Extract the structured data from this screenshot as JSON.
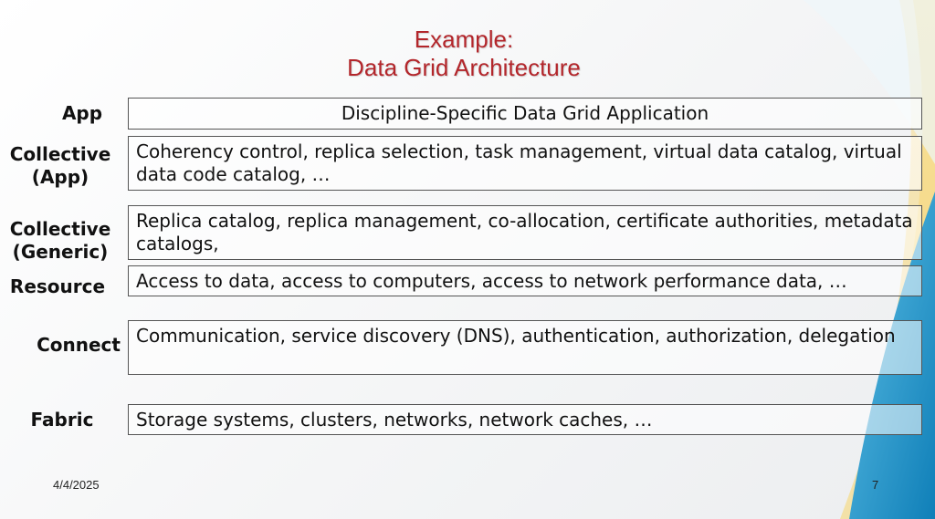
{
  "slide": {
    "title_line1": "Example:",
    "title_line2": "Data Grid Architecture",
    "date": "4/4/2025",
    "page_number": "7"
  },
  "layers": [
    {
      "label": "App",
      "description": "Discipline-Specific Data Grid Application"
    },
    {
      "label": "Collective\n(App)",
      "description": "Coherency control, replica selection, task management, virtual data catalog, virtual data code catalog, …"
    },
    {
      "label": "Collective\n(Generic)",
      "description": "Replica catalog, replica management, co-allocation, certificate authorities, metadata catalogs,"
    },
    {
      "label": "Resource",
      "description": "Access to data, access to computers, access to network performance data, …"
    },
    {
      "label": "Connect",
      "description": "Communication, service discovery (DNS), authentication, authorization, delegation"
    },
    {
      "label": "Fabric",
      "description": "Storage systems, clusters, networks, network caches, …"
    }
  ],
  "colors": {
    "title": "#b3262b",
    "accent_blue": "#1c8fc4",
    "accent_yellow": "#f2c744"
  }
}
